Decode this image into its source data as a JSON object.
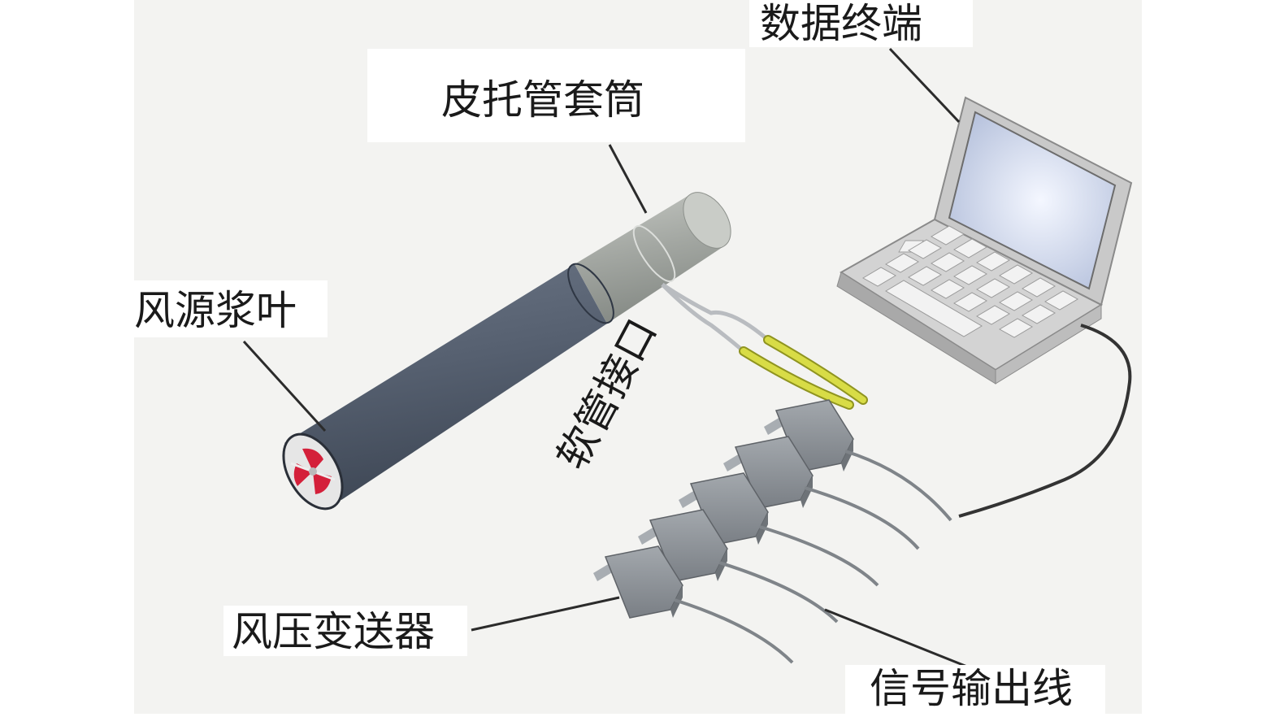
{
  "labels": {
    "terminal": "数据终端",
    "pitot_sleeve": "皮托管套筒",
    "fan_blade": "风源浆叶",
    "hose_interface": "软管接口",
    "transmitter": "风压变送器",
    "signal_line": "信号输出线"
  },
  "colors": {
    "background": "#f3f3f1",
    "tube_dark": "#5d6777",
    "tube_light": "#a7aba6",
    "blade_red": "#d4203a",
    "hose_yellow": "#d8dc46",
    "laptop_body": "#d3d3d3",
    "screen": "#dfe6f5",
    "transmitter_body": "#8c9196",
    "cable": "#333333"
  },
  "icons": [
    "laptop-icon",
    "pitot-tube-icon",
    "fan-blade-icon",
    "pressure-transmitter-icon",
    "hose-icon",
    "cable-icon"
  ]
}
